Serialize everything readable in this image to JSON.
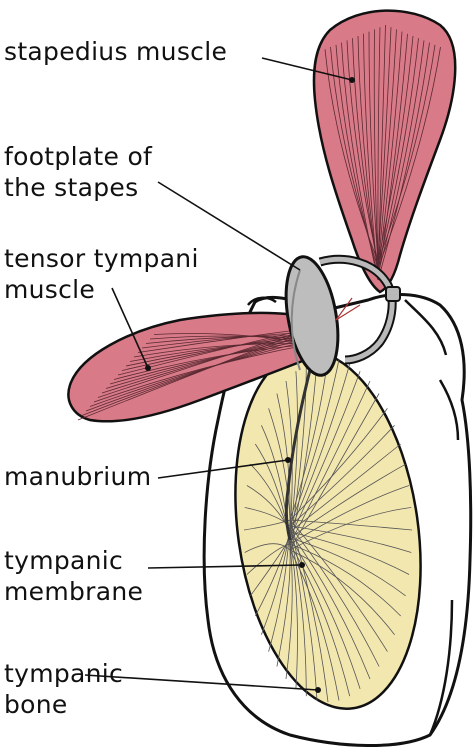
{
  "labels": {
    "stapedius": "stapedius  muscle",
    "footplate_1": "footplate of",
    "footplate_2": "the  stapes",
    "tensor_1": "tensor tympani",
    "tensor_2": "muscle",
    "manubrium": "manubrium",
    "membrane_1": "tympanic",
    "membrane_2": "membrane",
    "bone_1": "tympanic",
    "bone_2": "bone"
  },
  "colors": {
    "muscle": "#d97a88",
    "membrane": "#f3e7b0",
    "stapes": "#b9b9b9",
    "bone": "#ffffff",
    "outline": "#111111"
  }
}
